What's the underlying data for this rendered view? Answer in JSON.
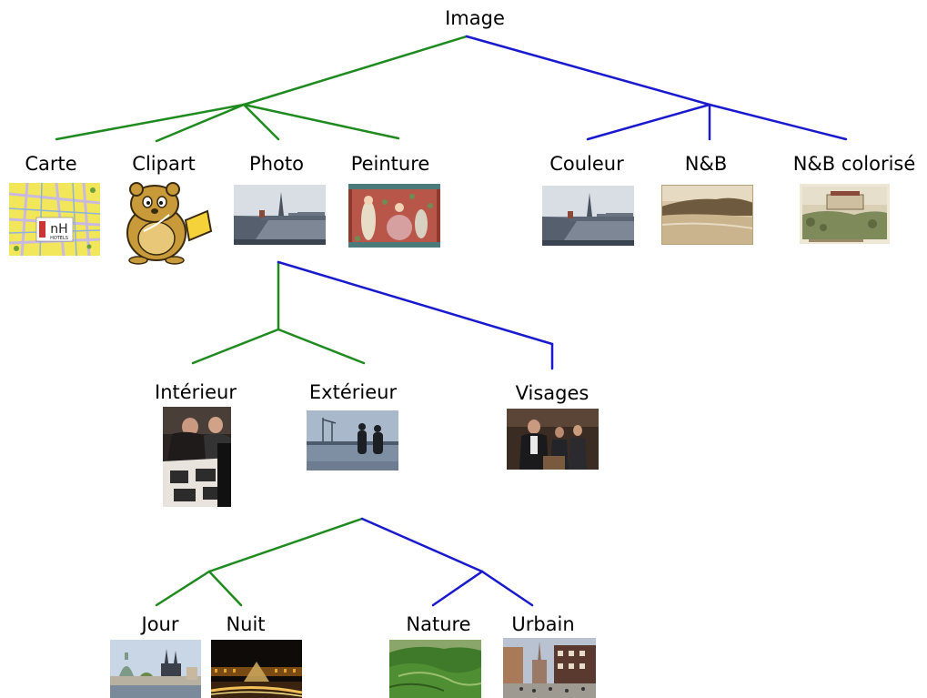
{
  "labels": {
    "root": "Image",
    "carte": "Carte",
    "clipart": "Clipart",
    "photo": "Photo",
    "peinture": "Peinture",
    "couleur": "Couleur",
    "nb": "N&B",
    "nb_colorise": "N&B colorisé",
    "interieur": "Intérieur",
    "exterieur": "Extérieur",
    "visages": "Visages",
    "jour": "Jour",
    "nuit": "Nuit",
    "nature": "Nature",
    "urbain": "Urbain"
  },
  "map_logo": {
    "brand": "nH",
    "sub": "HOTELS"
  },
  "colors": {
    "green_branch": "#1f8a1f",
    "blue_branch": "#1a1acc"
  }
}
